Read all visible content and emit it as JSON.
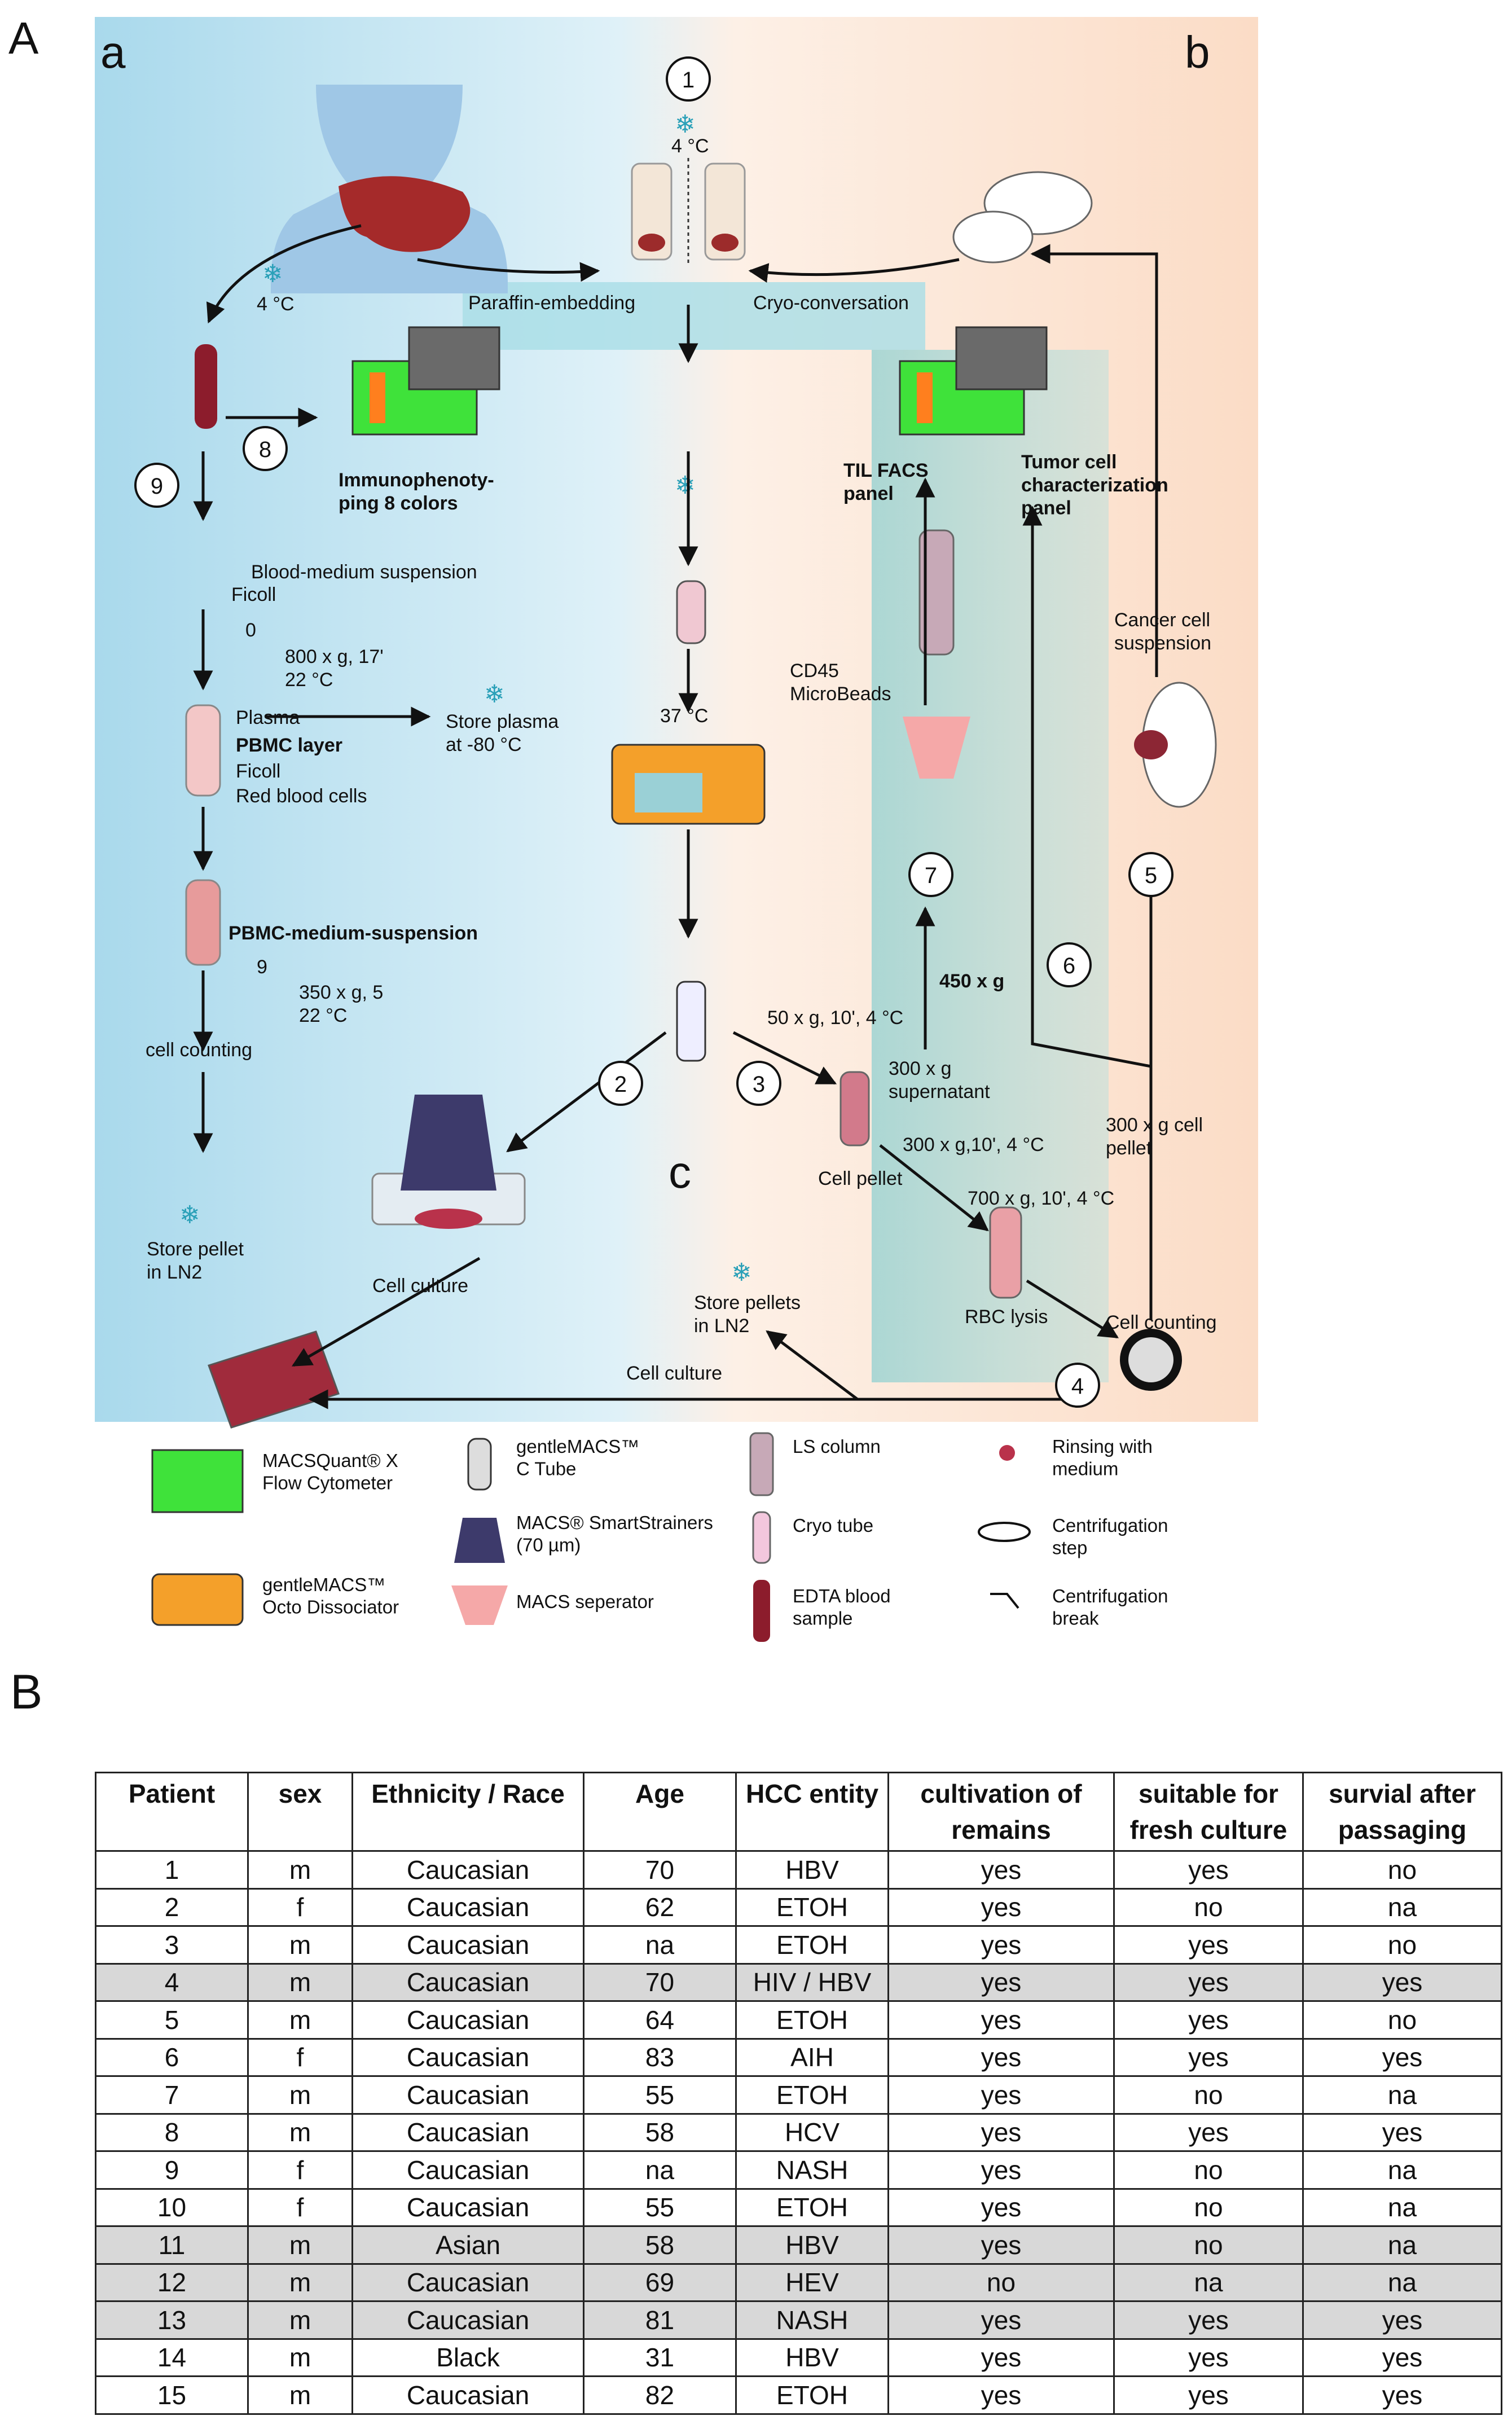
{
  "panel_labels": {
    "A": "A",
    "a": "a",
    "b": "b",
    "c": "c",
    "B": "B"
  },
  "colors": {
    "left_bg": "#bfe3f2",
    "right_bg": "#fde6d6",
    "teal": "#7fd0d3",
    "accent_red": "#b3293c",
    "arrow": "#111111"
  },
  "step_numbers": [
    "1",
    "2",
    "3",
    "4",
    "5",
    "6",
    "7",
    "8",
    "9"
  ],
  "labels": {
    "temp_4c_top": "4 °C",
    "temp_4c_left": "4 °C",
    "paraffin": "Paraffin-embedding",
    "cryo": "Cryo-conversation",
    "immuno": "Immunophenoty-\nping 8 colors",
    "til": "TIL FACS\npanel",
    "tumor_panel": "Tumor cell\ncharacterization\npanel",
    "blood_medium": "Blood-medium suspension",
    "ficoll1": "Ficoll",
    "break0": "0",
    "spin800": "800 x g, 17'\n22 °C",
    "plasma": "Plasma",
    "pbmc_layer": "PBMC layer",
    "ficoll2": "Ficoll",
    "rbc": "Red blood cells",
    "store_plasma": "Store plasma\nat -80 °C",
    "temp37": "37 °C",
    "pbmc_medium": "PBMC-medium-suspension",
    "break9": "9",
    "spin350": "350 x g, 5\n22 °C",
    "cell_counting_left": "cell counting",
    "store_pellet_ln2": "Store pellet\nin LN2",
    "cell_culture_1": "Cell culture",
    "cell_culture_2": "Cell culture",
    "store_pellets_ln2": "Store pellets\nin LN2",
    "spin50": "50 x g, 10', 4 °C",
    "cell_pellet": "Cell pellet",
    "spin450": "450 x g",
    "spin300_sup": "300 x g\nsupernatant",
    "spin300_10": "300 x g,10', 4 °C",
    "spin700": "700 x g, 10', 4 °C",
    "rbc_lysis": "RBC lysis",
    "cell_counting_right": "Cell counting",
    "cd45": "CD45\nMicroBeads",
    "cancer_susp": "Cancer cell\nsuspension",
    "spin300_pellet": "300 x g cell\npellet"
  },
  "legend": [
    {
      "icon": "flow-cytometer-icon",
      "text": "MACSQuant® X\nFlow Cytometer"
    },
    {
      "icon": "octo-dissociator-icon",
      "text": "gentleMACS™\nOcto Dissociator"
    },
    {
      "icon": "c-tube-icon",
      "text": "gentleMACS™\nC Tube"
    },
    {
      "icon": "smartstrainer-icon",
      "text": "MACS® SmartStrainers\n(70 µm)"
    },
    {
      "icon": "macs-separator-icon",
      "text": "MACS seperator"
    },
    {
      "icon": "ls-column-icon",
      "text": "LS column"
    },
    {
      "icon": "cryo-tube-icon",
      "text": "Cryo tube"
    },
    {
      "icon": "edta-tube-icon",
      "text": "EDTA blood\nsample"
    },
    {
      "icon": "medium-drops-icon",
      "text": "Rinsing with\nmedium"
    },
    {
      "icon": "centrifugation-icon",
      "text": "Centrifugation\nstep"
    },
    {
      "icon": "centrifugation-break-icon",
      "text": "Centrifugation\nbreak"
    }
  ],
  "table": {
    "headers": [
      "Patient",
      "sex",
      "Ethnicity / Race",
      "Age",
      "HCC entity",
      "cultivation of\nremains",
      "suitable for\nfresh culture",
      "survial after\npassaging"
    ],
    "rows": [
      {
        "shaded": false,
        "cells": [
          "1",
          "m",
          "Caucasian",
          "70",
          "HBV",
          "yes",
          "yes",
          "no"
        ]
      },
      {
        "shaded": false,
        "cells": [
          "2",
          "f",
          "Caucasian",
          "62",
          "ETOH",
          "yes",
          "no",
          "na"
        ]
      },
      {
        "shaded": false,
        "cells": [
          "3",
          "m",
          "Caucasian",
          "na",
          "ETOH",
          "yes",
          "yes",
          "no"
        ]
      },
      {
        "shaded": true,
        "cells": [
          "4",
          "m",
          "Caucasian",
          "70",
          "HIV / HBV",
          "yes",
          "yes",
          "yes"
        ]
      },
      {
        "shaded": false,
        "cells": [
          "5",
          "m",
          "Caucasian",
          "64",
          "ETOH",
          "yes",
          "yes",
          "no"
        ]
      },
      {
        "shaded": false,
        "cells": [
          "6",
          "f",
          "Caucasian",
          "83",
          "AIH",
          "yes",
          "yes",
          "yes"
        ]
      },
      {
        "shaded": false,
        "cells": [
          "7",
          "m",
          "Caucasian",
          "55",
          "ETOH",
          "yes",
          "no",
          "na"
        ]
      },
      {
        "shaded": false,
        "cells": [
          "8",
          "m",
          "Caucasian",
          "58",
          "HCV",
          "yes",
          "yes",
          "yes"
        ]
      },
      {
        "shaded": false,
        "cells": [
          "9",
          "f",
          "Caucasian",
          "na",
          "NASH",
          "yes",
          "no",
          "na"
        ]
      },
      {
        "shaded": false,
        "cells": [
          "10",
          "f",
          "Caucasian",
          "55",
          "ETOH",
          "yes",
          "no",
          "na"
        ]
      },
      {
        "shaded": true,
        "cells": [
          "11",
          "m",
          "Asian",
          "58",
          "HBV",
          "yes",
          "no",
          "na"
        ]
      },
      {
        "shaded": true,
        "cells": [
          "12",
          "m",
          "Caucasian",
          "69",
          "HEV",
          "no",
          "na",
          "na"
        ]
      },
      {
        "shaded": true,
        "cells": [
          "13",
          "m",
          "Caucasian",
          "81",
          "NASH",
          "yes",
          "yes",
          "yes"
        ]
      },
      {
        "shaded": false,
        "cells": [
          "14",
          "m",
          "Black",
          "31",
          "HBV",
          "yes",
          "yes",
          "yes"
        ]
      },
      {
        "shaded": false,
        "cells": [
          "15",
          "m",
          "Caucasian",
          "82",
          "ETOH",
          "yes",
          "yes",
          "yes"
        ]
      }
    ]
  }
}
